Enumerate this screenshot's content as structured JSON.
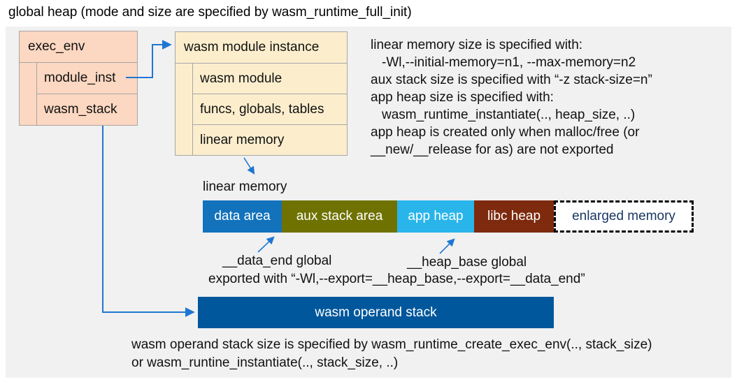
{
  "title": "global heap (mode and size are specified by wasm_runtime_full_init)",
  "colors": {
    "panel_bg": "#f1f1f1",
    "exec_env_fill": "#fcd7c1",
    "module_instance_fill": "#fceecd",
    "box_border": "#a6a6a6",
    "arrow": "#1f76d2",
    "data_area": "#1272bc",
    "aux_stack_area": "#6f7200",
    "app_heap": "#29b5ea",
    "libc_heap": "#7d2a0e",
    "enlarged_memory_text": "#1b3764",
    "operand_stack": "#00579b"
  },
  "exec_env_box": {
    "header": "exec_env",
    "rows": [
      "module_inst",
      "wasm_stack"
    ]
  },
  "module_instance_box": {
    "header": "wasm module instance",
    "rows": [
      "wasm module",
      "funcs, globals, tables",
      "linear memory"
    ]
  },
  "linear_memory_notes": {
    "line1": "linear memory size is specified with:",
    "line2": "-Wl,--initial-memory=n1, --max-memory=n2",
    "line3": "aux stack size is specified with “-z stack-size=n”",
    "line4": "app heap size is specified with:",
    "line5": "wasm_runtime_instantiate(.., heap_size, ..)",
    "line6": "app heap is created only when malloc/free (or",
    "line7": "__new/__release for as) are not exported"
  },
  "linear_memory": {
    "label": "linear memory",
    "segments": [
      {
        "label": "data area",
        "color": "#1272bc"
      },
      {
        "label": "aux stack area",
        "color": "#6f7200"
      },
      {
        "label": "app heap",
        "color": "#29b5ea"
      },
      {
        "label": "libc heap",
        "color": "#7d2a0e"
      },
      {
        "label": "enlarged memory",
        "color": "#ffffff"
      }
    ]
  },
  "globals_annotations": {
    "data_end": "__data_end global",
    "heap_base": "__heap_base global",
    "exported": "exported with “-Wl,--export=__heap_base,--export=__data_end”"
  },
  "operand_stack": {
    "label": "wasm operand stack"
  },
  "operand_stack_notes": {
    "line1": "wasm operand stack size is specified by wasm_runtime_create_exec_env(.., stack_size)",
    "line2": "or wasm_runtine_instantiate(.., stack_size, ..)"
  }
}
